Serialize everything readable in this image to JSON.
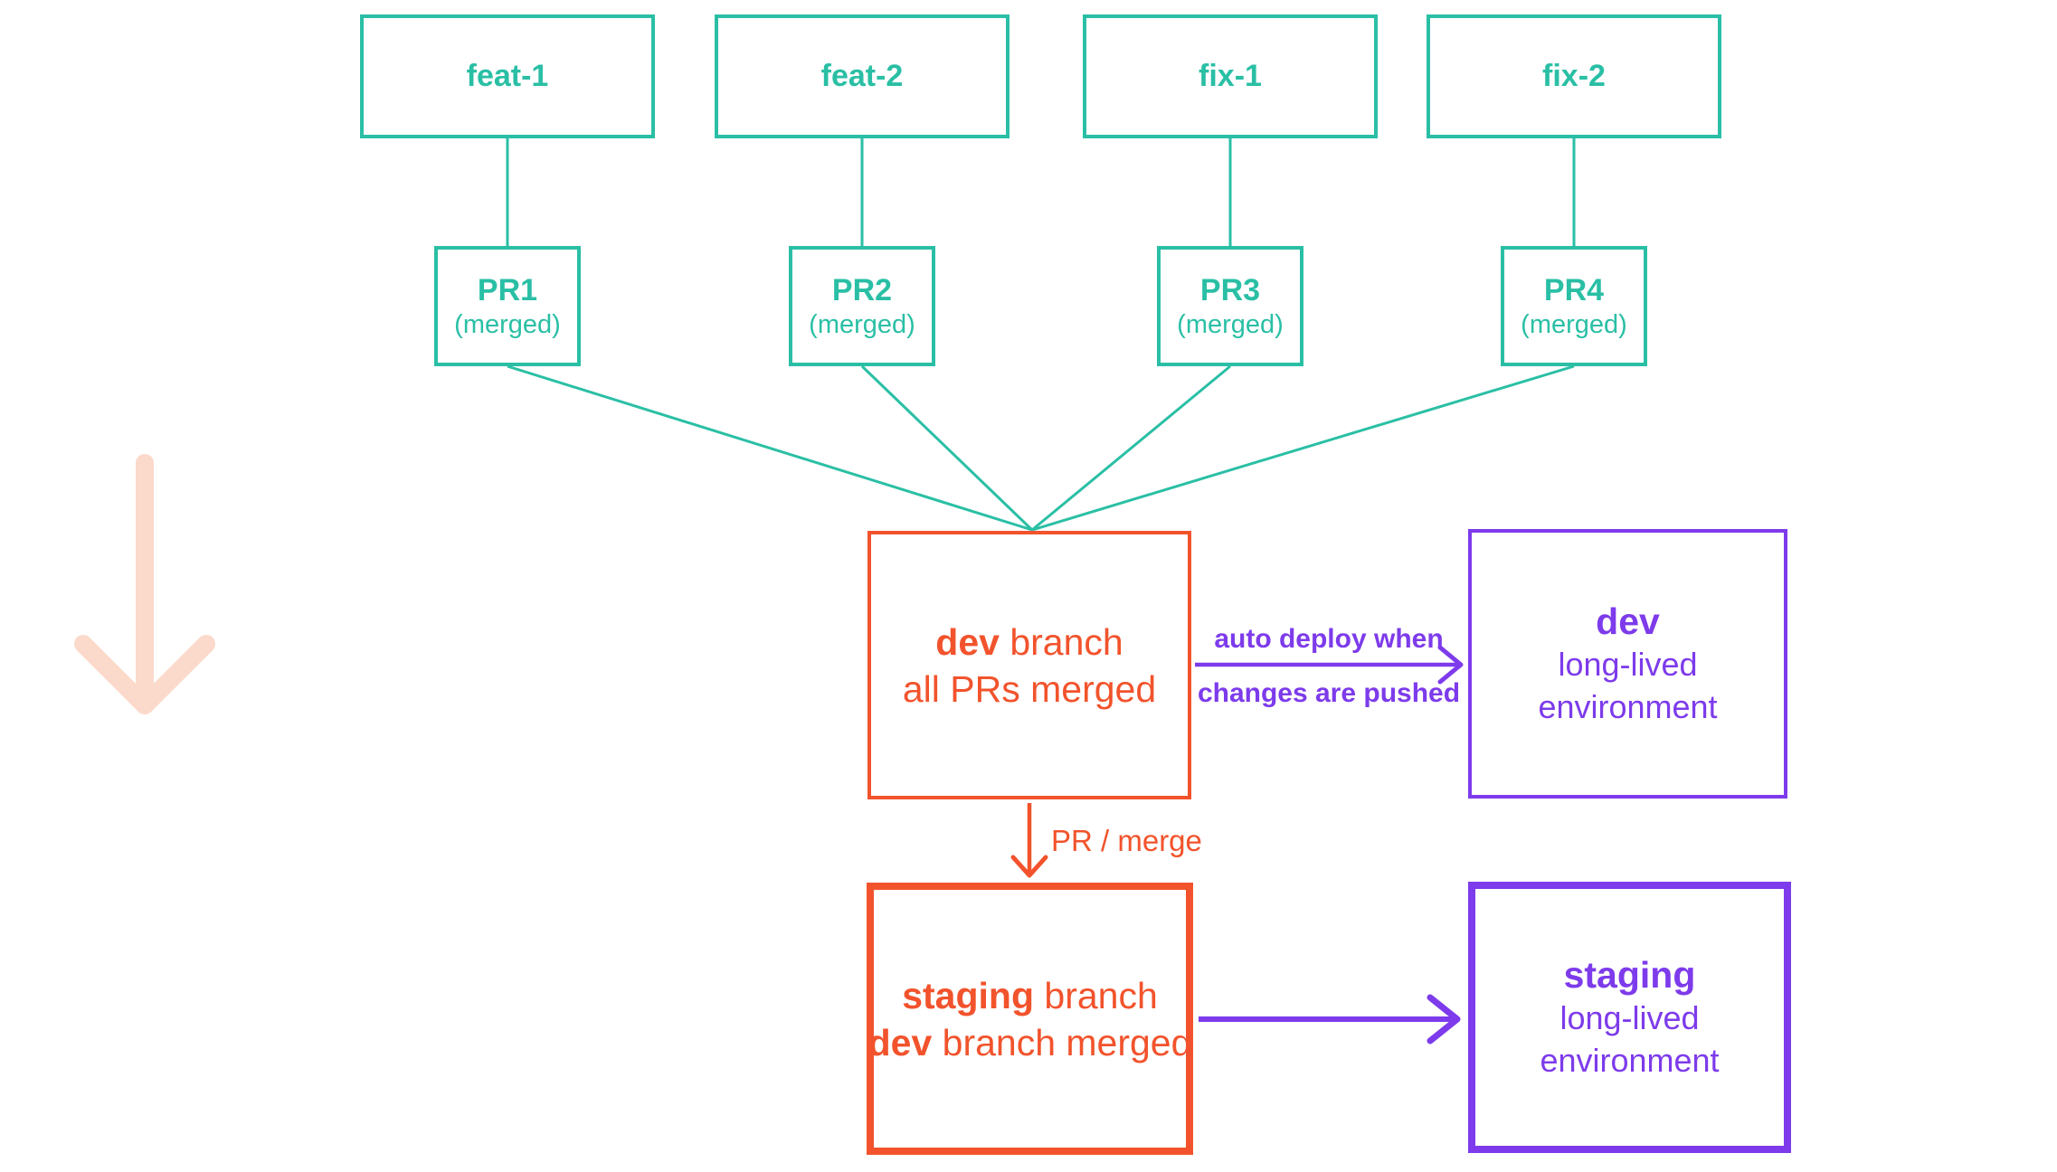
{
  "diagram": {
    "background": "#ffffff",
    "colors": {
      "teal": "#2ABFA5",
      "orange": "#F2532C",
      "purple": "#7D3BEB",
      "pink": "#FBD9CB"
    },
    "branches": [
      {
        "label": "feat-1",
        "pr_title": "PR1",
        "pr_status": "(merged)"
      },
      {
        "label": "feat-2",
        "pr_title": "PR2",
        "pr_status": "(merged)"
      },
      {
        "label": "fix-1",
        "pr_title": "PR3",
        "pr_status": "(merged)"
      },
      {
        "label": "fix-2",
        "pr_title": "PR4",
        "pr_status": "(merged)"
      }
    ],
    "dev_branch": {
      "title_bold": "dev",
      "title_rest": " branch",
      "subtitle": "all PRs merged"
    },
    "dev_environment": {
      "title": "dev",
      "line1": "long-lived",
      "line2": "environment"
    },
    "staging_branch": {
      "line1_bold": "staging",
      "line1_rest": " branch",
      "line2_bold": "dev",
      "line2_rest": " branch merged"
    },
    "staging_environment": {
      "title": "staging",
      "line1": "long-lived",
      "line2": "environment"
    },
    "edge_labels": {
      "auto_deploy_line1": "auto deploy when",
      "auto_deploy_line2": "changes are pushed",
      "pr_merge": "PR / merge"
    }
  }
}
